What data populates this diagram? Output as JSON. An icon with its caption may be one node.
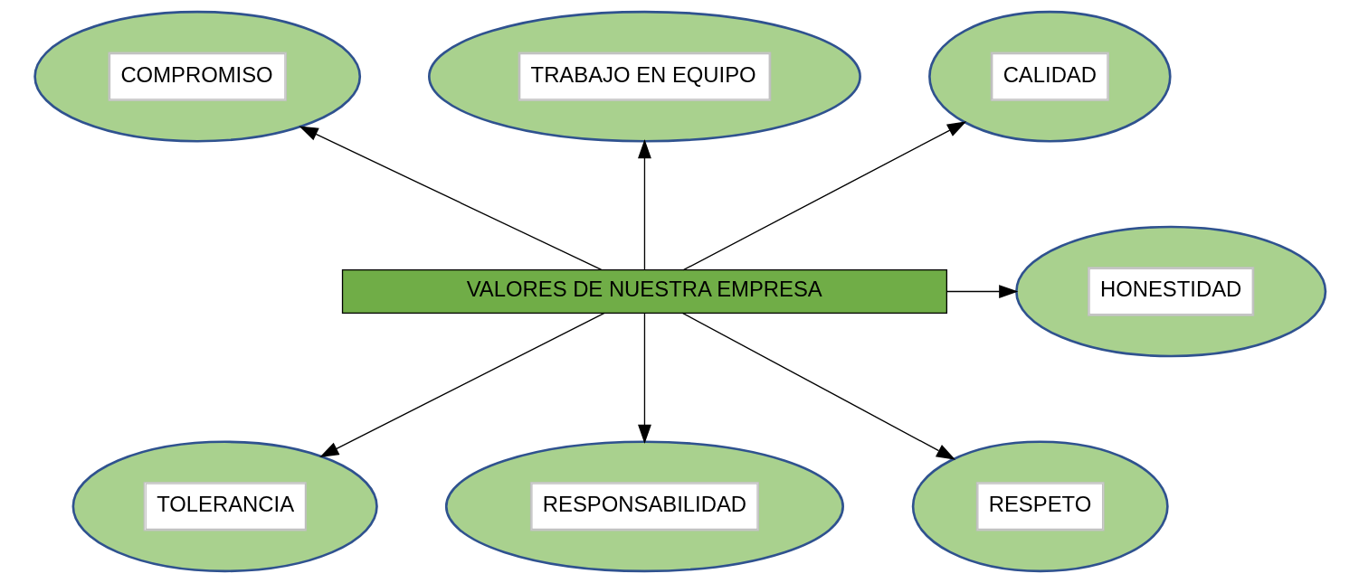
{
  "diagram": {
    "nodes": [
      {
        "text": [
          "VALORES DE NUESTRA EMPRESA"
        ]
      },
      {
        "text": [
          "COMPROMISO"
        ]
      },
      {
        "text": [
          "TRABAJO EN EQUIPO"
        ]
      },
      {
        "text": [
          "CALIDAD"
        ]
      },
      {
        "text": [
          "HONESTIDAD"
        ]
      },
      {
        "text": [
          "TOLERANCIA"
        ]
      },
      {
        "text": [
          "RESPONSABILIDAD"
        ]
      },
      {
        "text": [
          "RESPETO"
        ]
      }
    ],
    "edges": [
      {
        "from": 0,
        "to": 3,
        "arrow": "to"
      },
      {
        "from": 0,
        "to": 1,
        "arrow": "to"
      },
      {
        "from": 0,
        "to": 2,
        "arrow": "to"
      },
      {
        "from": 0,
        "to": 4,
        "arrow": "to"
      },
      {
        "from": 0,
        "to": 7,
        "arrow": "to"
      },
      {
        "from": 0,
        "to": 6,
        "arrow": "to"
      },
      {
        "from": 0,
        "to": 5,
        "arrow": "to"
      }
    ]
  }
}
